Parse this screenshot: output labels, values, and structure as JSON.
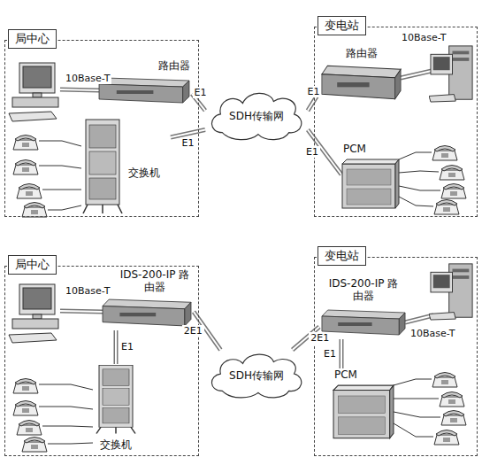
{
  "diagram": {
    "nodes": [
      {
        "text": [
          "局中心"
        ]
      },
      {
        "text": [
          "路由器"
        ],
        "in": 0
      },
      {
        "text": [
          "交换机"
        ],
        "in": 0
      },
      {
        "text": [
          "SDH传输网"
        ]
      },
      {
        "text": [
          "变电站"
        ]
      },
      {
        "text": [
          "路由器"
        ],
        "in": 4
      },
      {
        "text": [
          "PCM"
        ],
        "in": 4
      },
      {
        "text": [
          "局中心"
        ]
      },
      {
        "text": [
          "IDS-200-IP 路由器"
        ],
        "in": 7
      },
      {
        "text": [
          "交换机"
        ],
        "in": 7
      },
      {
        "text": [
          "SDH传输网"
        ]
      },
      {
        "text": [
          "变电站"
        ]
      },
      {
        "text": [
          "IDS-200-IP 路由器"
        ],
        "in": 11
      },
      {
        "text": [
          "PCM"
        ],
        "in": 11
      }
    ],
    "edges": [
      {
        "from": 1,
        "to": 3,
        "label": "E1",
        "arrow": "none"
      },
      {
        "from": 3,
        "to": 5,
        "label": "E1",
        "arrow": "none"
      },
      {
        "from": 2,
        "to": 3,
        "label": "E1",
        "arrow": "none"
      },
      {
        "from": 3,
        "to": 6,
        "label": "E1",
        "arrow": "none"
      },
      {
        "from": 8,
        "to": 10,
        "label": "2E1",
        "arrow": "none"
      },
      {
        "from": 10,
        "to": 12,
        "label": "2E1",
        "arrow": "none"
      },
      {
        "from": 8,
        "to": 9,
        "label": "E1",
        "arrow": "none"
      },
      {
        "from": 12,
        "to": 13,
        "label": "E1",
        "arrow": "none"
      }
    ],
    "labels": [
      "10Base-T",
      "10Base-T",
      "10Base-T",
      "10Base-T"
    ]
  }
}
